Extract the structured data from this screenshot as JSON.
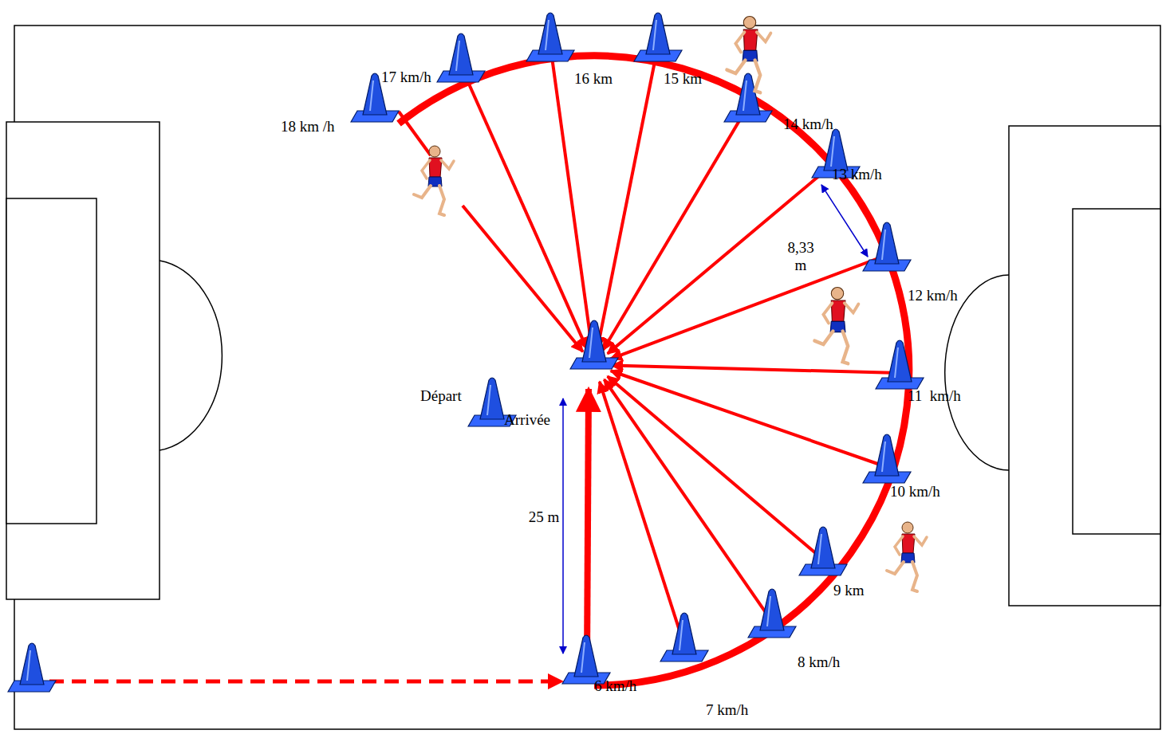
{
  "diagram": {
    "labels": [
      "17 km/h",
      "16 km",
      "15 km",
      "18 km /h",
      "14 km/h",
      "13 km/h",
      "8,33 m",
      "12 km/h",
      "11  km/h",
      "10 km/h",
      "9 km",
      "8 km/h",
      "7 km/h",
      "6 km/h",
      "Départ",
      "Arrivée",
      "25 m"
    ]
  }
}
